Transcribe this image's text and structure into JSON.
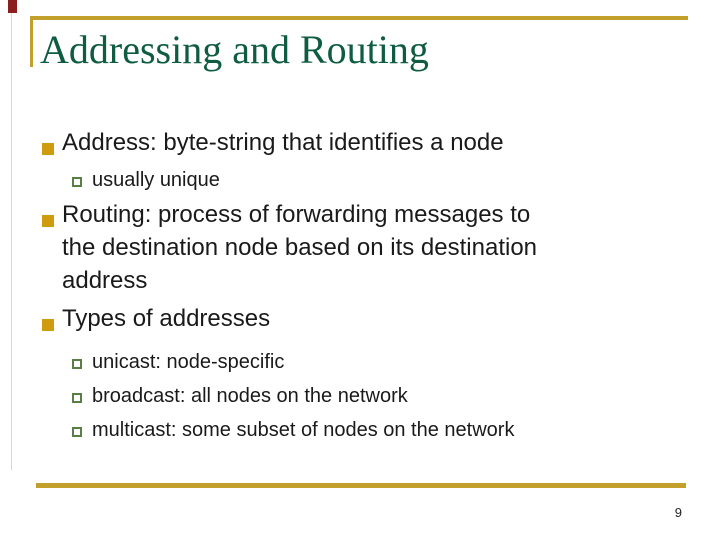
{
  "slide": {
    "title": "Addressing and Routing",
    "page_number": "9",
    "bullets": [
      {
        "level": 1,
        "lines": [
          "Address: byte-string that identifies a node"
        ]
      },
      {
        "level": 2,
        "lines": [
          "usually unique"
        ]
      },
      {
        "level": 1,
        "lines": [
          "Routing: process of forwarding messages to",
          "the destination node based on its destination",
          "address"
        ]
      },
      {
        "level": 1,
        "lines": [
          "Types of addresses"
        ]
      },
      {
        "level": 2,
        "lines": [
          "unicast: node-specific"
        ]
      },
      {
        "level": 2,
        "lines": [
          "broadcast: all nodes on the network"
        ]
      },
      {
        "level": 2,
        "lines": [
          "multicast: some subset of nodes on the network"
        ]
      }
    ],
    "colors": {
      "title_green": "#105C43",
      "rule_gold": "#C3A02C",
      "bullet_gold": "#CF9B0F",
      "sub_bullet_green": "#597F48",
      "body_text": "#1a1a1a",
      "accent_red": "#8B1E1E"
    },
    "icons": {
      "level1_bullet": "filled-square",
      "level2_bullet": "hollow-square"
    }
  }
}
